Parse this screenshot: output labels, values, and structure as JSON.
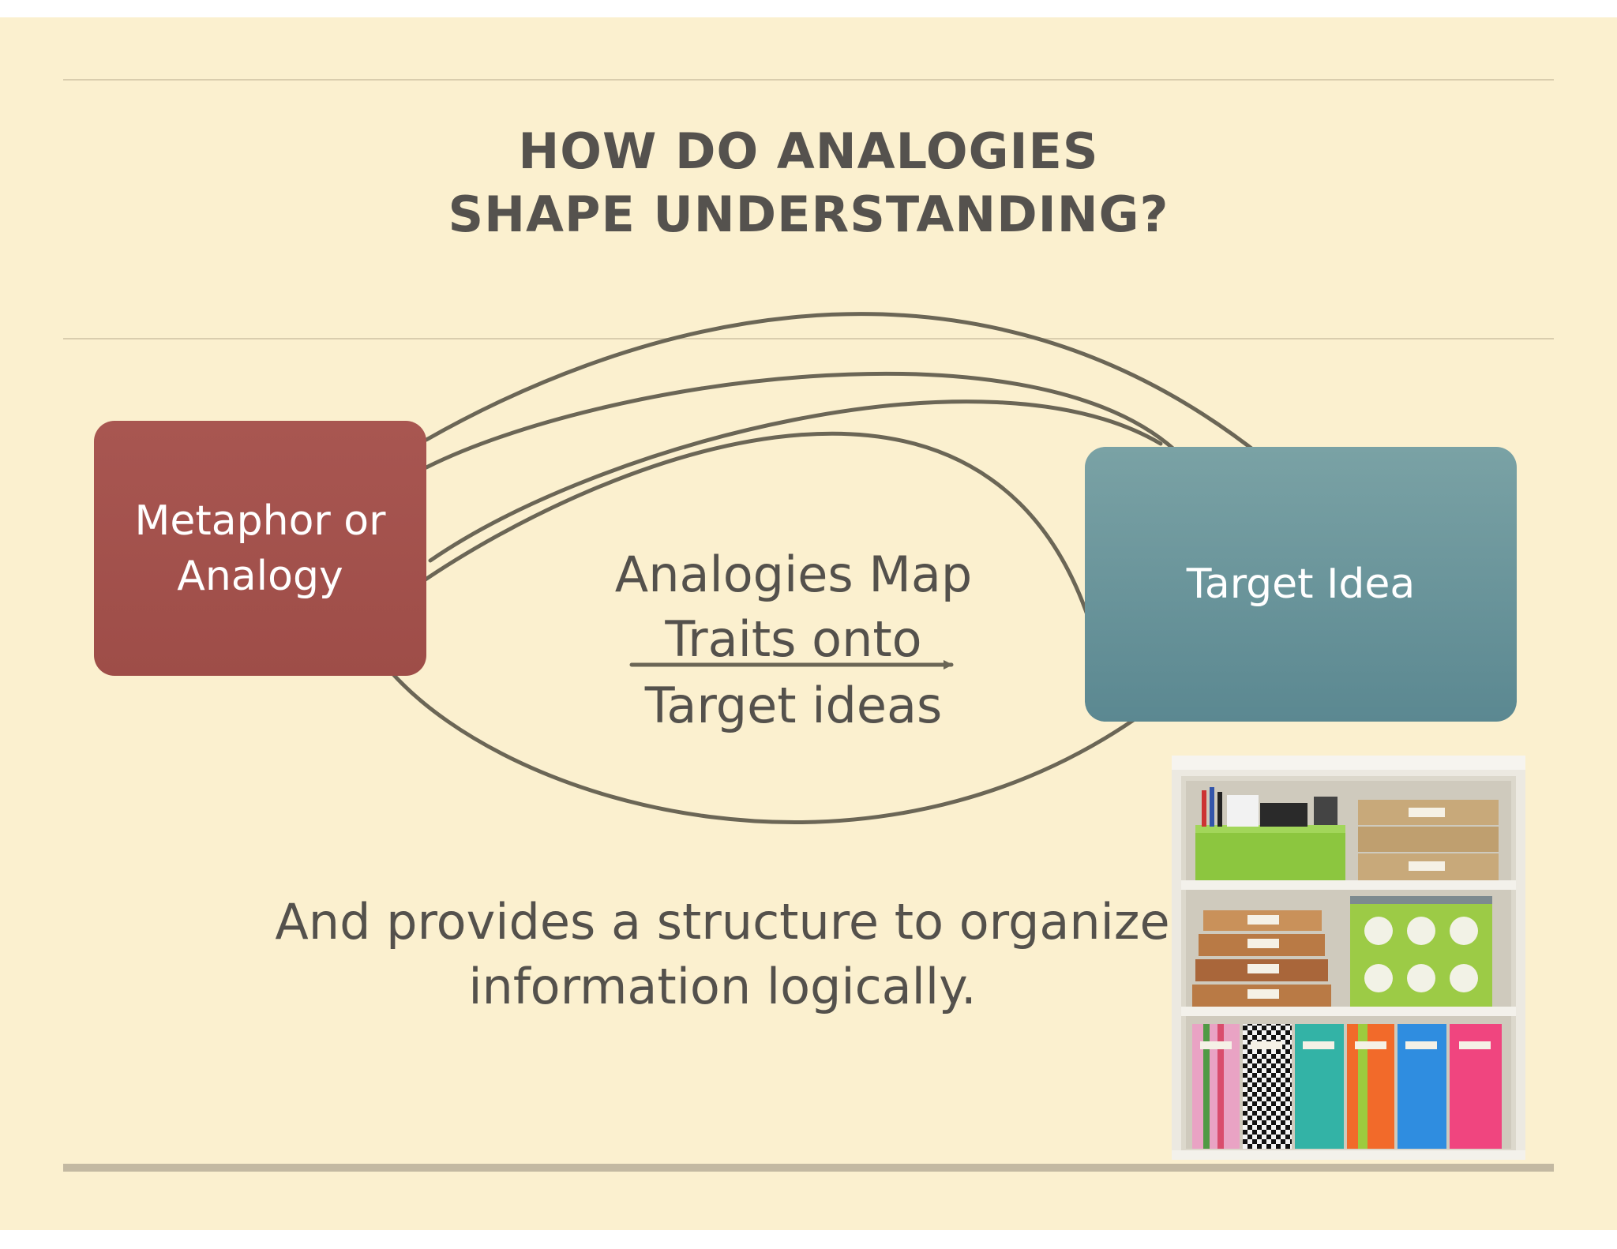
{
  "slide": {
    "title_lines": [
      "HOW DO ANALOGIES",
      "SHAPE UNDERSTANDING?"
    ],
    "source_box": {
      "lines": [
        "Metaphor or",
        "Analogy"
      ],
      "color": "#a35250"
    },
    "target_box": {
      "label": "Target Idea",
      "color": "#6a9399"
    },
    "arrow_caption_lines": [
      "Analogies Map",
      "Traits onto",
      "Target ideas"
    ],
    "body_text_lines": [
      "And provides a structure to organize",
      "information logically."
    ],
    "image": {
      "description_icon": "bookshelf-organizer-image"
    },
    "colors": {
      "background": "#fbf0cf",
      "line": "#6b6656",
      "text": "#54514c"
    }
  }
}
